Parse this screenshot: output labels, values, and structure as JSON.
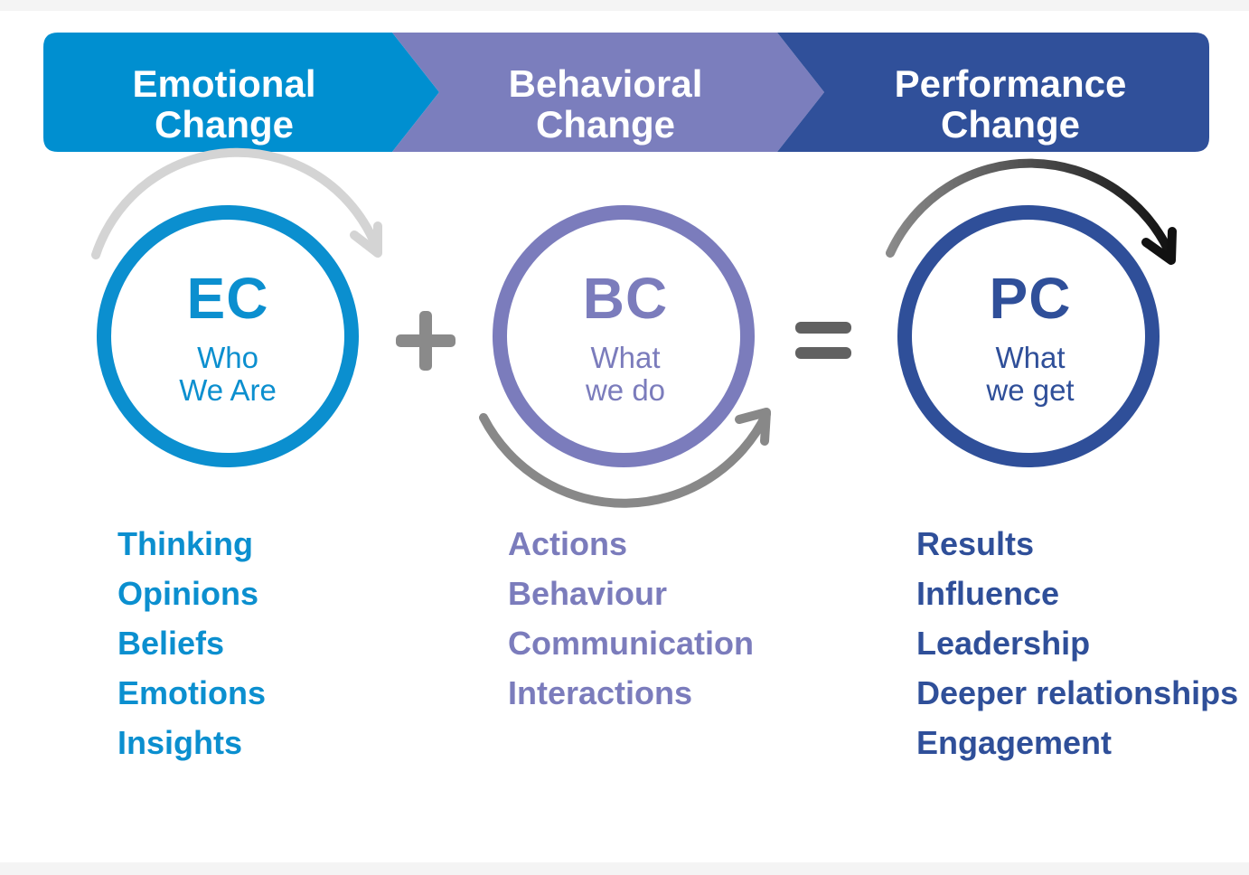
{
  "banner": {
    "stages": [
      {
        "line1": "Emotional",
        "line2": "Change",
        "color": "#008fd0"
      },
      {
        "line1": "Behavioral",
        "line2": "Change",
        "color": "#7b7ebd"
      },
      {
        "line1": "Performance",
        "line2": "Change",
        "color": "#30509a"
      }
    ]
  },
  "circles": [
    {
      "abbr": "EC",
      "line1": "Who",
      "line2": "We Are",
      "color": "#0b8fcf",
      "arrow_color": "#d4d4d4"
    },
    {
      "abbr": "BC",
      "line1": "What",
      "line2": "we do",
      "color": "#7b7cbc",
      "arrow_color": "#888888"
    },
    {
      "abbr": "PC",
      "line1": "What",
      "line2": "we get",
      "color": "#2f4f99",
      "arrow_color": "#222222"
    }
  ],
  "operators": {
    "plus": "+",
    "equals": "=",
    "color": "#8a8a8a"
  },
  "lists": {
    "ec": [
      "Thinking",
      "Opinions",
      "Beliefs",
      "Emotions",
      "Insights"
    ],
    "bc": [
      "Actions",
      "Behaviour",
      "Communication",
      "Interactions"
    ],
    "pc": [
      "Results",
      "Influence",
      "Leadership",
      "Deeper relationships",
      "Engagement"
    ]
  }
}
